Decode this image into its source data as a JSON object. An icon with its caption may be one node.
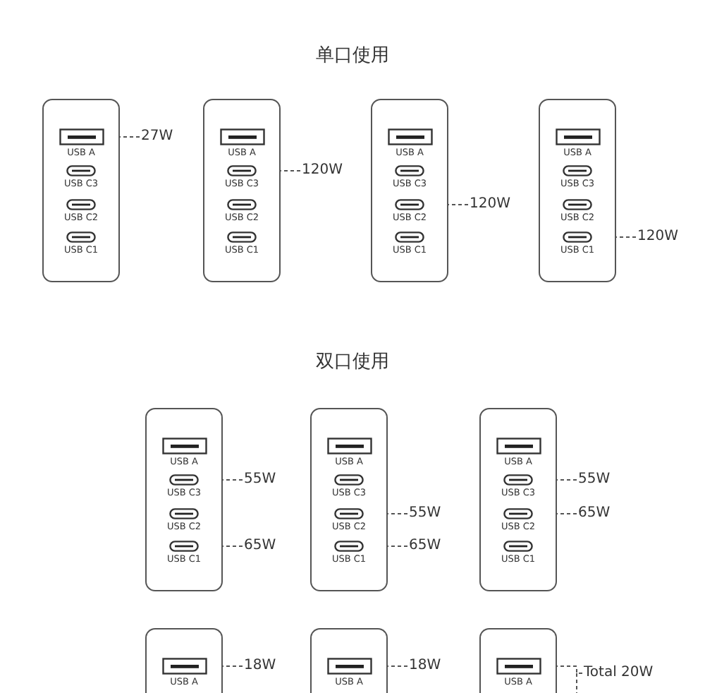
{
  "diagram": {
    "nodes": [
      {
        "text": [],
        "shape": "box"
      },
      {
        "text": [
          "USB A"
        ],
        "in": 0
      },
      {
        "text": [
          "USB C3"
        ],
        "in": 0
      },
      {
        "text": [
          "USB C2"
        ],
        "in": 0
      },
      {
        "text": [
          "USB C1"
        ],
        "in": 0
      },
      {
        "text": [
          "27W"
        ]
      },
      {
        "text": [],
        "shape": "box"
      },
      {
        "text": [
          "USB A"
        ],
        "in": 6
      },
      {
        "text": [
          "USB C3"
        ],
        "in": 6
      },
      {
        "text": [
          "USB C2"
        ],
        "in": 6
      },
      {
        "text": [
          "USB C1"
        ],
        "in": 6
      },
      {
        "text": [
          "120W"
        ]
      },
      {
        "text": [],
        "shape": "box"
      },
      {
        "text": [
          "USB A"
        ],
        "in": 12
      },
      {
        "text": [
          "USB C3"
        ],
        "in": 12
      },
      {
        "text": [
          "USB C2"
        ],
        "in": 12
      },
      {
        "text": [
          "USB C1"
        ],
        "in": 12
      },
      {
        "text": [
          "120W"
        ]
      },
      {
        "text": [],
        "shape": "box"
      },
      {
        "text": [
          "USB A"
        ],
        "in": 18
      },
      {
        "text": [
          "USB C3"
        ],
        "in": 18
      },
      {
        "text": [
          "USB C2"
        ],
        "in": 18
      },
      {
        "text": [
          "USB C1"
        ],
        "in": 18
      },
      {
        "text": [
          "120W"
        ]
      },
      {
        "text": [],
        "shape": "box"
      },
      {
        "text": [
          "USB A"
        ],
        "in": 24
      },
      {
        "text": [
          "USB C3"
        ],
        "in": 24
      },
      {
        "text": [
          "USB C2"
        ],
        "in": 24
      },
      {
        "text": [
          "USB C1"
        ],
        "in": 24
      },
      {
        "text": [
          "55W"
        ]
      },
      {
        "text": [
          "65W"
        ]
      },
      {
        "text": [],
        "shape": "box"
      },
      {
        "text": [
          "USB A"
        ],
        "in": 31
      },
      {
        "text": [
          "USB C3"
        ],
        "in": 31
      },
      {
        "text": [
          "USB C2"
        ],
        "in": 31
      },
      {
        "text": [
          "USB C1"
        ],
        "in": 31
      },
      {
        "text": [
          "55W"
        ]
      },
      {
        "text": [
          "65W"
        ]
      },
      {
        "text": [],
        "shape": "box"
      },
      {
        "text": [
          "USB A"
        ],
        "in": 38
      },
      {
        "text": [
          "USB C3"
        ],
        "in": 38
      },
      {
        "text": [
          "USB C2"
        ],
        "in": 38
      },
      {
        "text": [
          "USB C1"
        ],
        "in": 38
      },
      {
        "text": [
          "55W"
        ]
      },
      {
        "text": [
          "65W"
        ]
      },
      {
        "text": [],
        "shape": "box"
      },
      {
        "text": [
          "USB A"
        ],
        "in": 45
      },
      {
        "text": [
          "18W"
        ]
      },
      {
        "text": [],
        "shape": "box"
      },
      {
        "text": [
          "USB A"
        ],
        "in": 48
      },
      {
        "text": [
          "18W"
        ]
      },
      {
        "text": [],
        "shape": "box"
      },
      {
        "text": [
          "USB A"
        ],
        "in": 51
      },
      {
        "text": [
          "Total 20W"
        ]
      }
    ],
    "edges": [
      {
        "from": 5,
        "to": 1,
        "arrow": "none",
        "style": "dashed"
      },
      {
        "from": 11,
        "to": 8,
        "arrow": "none",
        "style": "dashed"
      },
      {
        "from": 17,
        "to": 15,
        "arrow": "none",
        "style": "dashed"
      },
      {
        "from": 23,
        "to": 22,
        "arrow": "none",
        "style": "dashed"
      },
      {
        "from": 29,
        "to": 26,
        "arrow": "none",
        "style": "dashed"
      },
      {
        "from": 30,
        "to": 28,
        "arrow": "none",
        "style": "dashed"
      },
      {
        "from": 36,
        "to": 34,
        "arrow": "none",
        "style": "dashed"
      },
      {
        "from": 37,
        "to": 35,
        "arrow": "none",
        "style": "dashed"
      },
      {
        "from": 43,
        "to": 40,
        "arrow": "none",
        "style": "dashed"
      },
      {
        "from": 44,
        "to": 41,
        "arrow": "none",
        "style": "dashed"
      },
      {
        "from": 47,
        "to": 46,
        "arrow": "none",
        "style": "dashed"
      },
      {
        "from": 50,
        "to": 49,
        "arrow": "none",
        "style": "dashed"
      },
      {
        "from": 53,
        "to": 52,
        "arrow": "none",
        "style": "dashed"
      }
    ],
    "labels": [
      "单口使用",
      "双口使用"
    ]
  }
}
